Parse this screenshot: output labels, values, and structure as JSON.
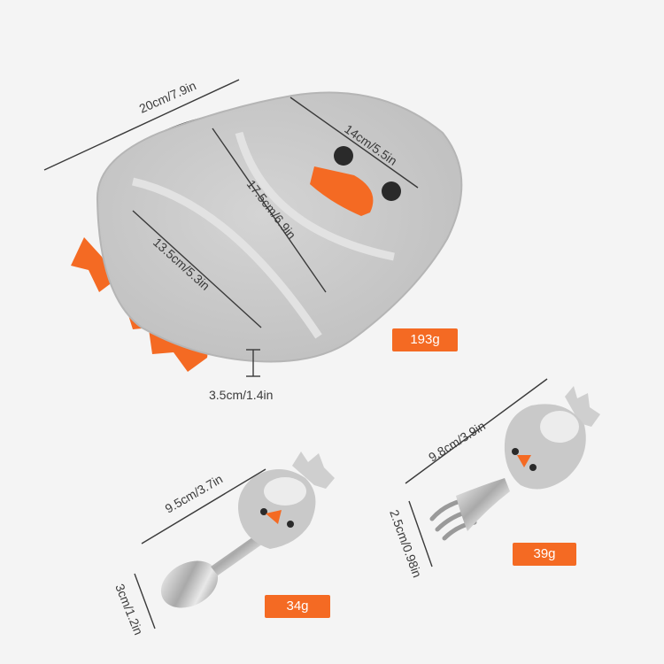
{
  "colors": {
    "background": "#f4f4f4",
    "silicone_gray": "#c9c9c9",
    "accent_orange": "#f46a23",
    "dark_gray": "#3d3d3d",
    "steel": "#d8d8d8"
  },
  "plate": {
    "width_label": "20cm/7.9in",
    "head_section_label": "14cm/5.5in",
    "middle_section_label": "17.5cm/6.9in",
    "side_section_label": "13.5cm/5.3in",
    "height_label": "3.5cm/1.4in",
    "weight_label": "193g"
  },
  "spoon": {
    "length_label": "9.5cm/3.7in",
    "width_label": "3cm/1.2in",
    "weight_label": "34g"
  },
  "fork": {
    "length_label": "9.8cm/3.9in",
    "width_label": "2.5cm/0.98in",
    "weight_label": "39g"
  }
}
